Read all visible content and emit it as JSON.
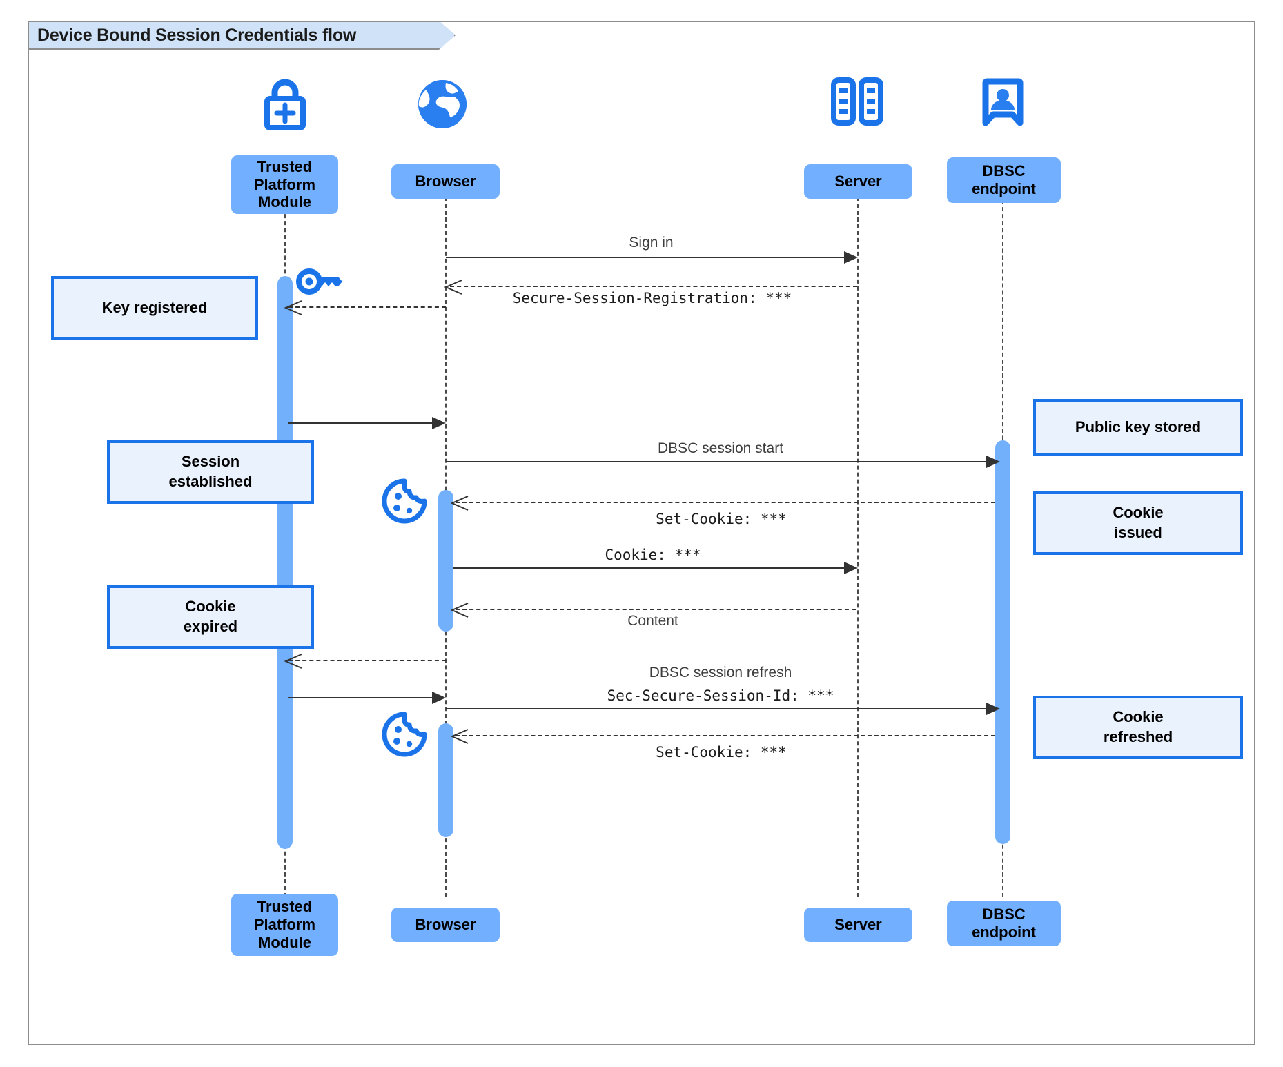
{
  "diagram": {
    "title": "Device Bound Session Credentials flow",
    "type": "uml-sequence-diagram",
    "colors": {
      "participant_fill": "#72afff",
      "note_fill": "#eaf2fd",
      "note_border": "#1a73e8",
      "activation_fill": "#73b0fc",
      "icon_blue": "#1a73e8",
      "frame_border": "#8d8d8d",
      "tab_fill": "#cfe2f7",
      "line": "#333333"
    }
  },
  "participants": [
    {
      "id": "tpm",
      "label": "Trusted\nPlatform\nModule",
      "label_line1": "Trusted",
      "label_line2": "Platform",
      "label_line3": "Module",
      "icon": "lock-plus-icon"
    },
    {
      "id": "browser",
      "label": "Browser",
      "icon": "globe-icon"
    },
    {
      "id": "server",
      "label": "Server",
      "icon": "server-rack-icon"
    },
    {
      "id": "dbsc",
      "label": "DBSC\nendpoint",
      "label_line1": "DBSC",
      "label_line2": "endpoint",
      "icon": "id-badge-icon"
    }
  ],
  "messages": [
    {
      "id": "m1",
      "from": "browser",
      "to": "server",
      "label": "Sign in",
      "style": "solid",
      "font": "sans"
    },
    {
      "id": "m2",
      "from": "server",
      "to": "browser",
      "label": "Secure-Session-Registration: ***",
      "style": "dashed",
      "font": "mono"
    },
    {
      "id": "m3",
      "from": "browser",
      "to": "tpm",
      "label": "",
      "style": "dashed",
      "font": "mono"
    },
    {
      "id": "m4",
      "from": "tpm",
      "to": "browser",
      "label": "",
      "style": "solid",
      "font": "sans"
    },
    {
      "id": "m5",
      "from": "browser",
      "to": "dbsc",
      "label": "DBSC session start",
      "style": "solid",
      "font": "sans"
    },
    {
      "id": "m6",
      "from": "dbsc",
      "to": "browser",
      "label": "Set-Cookie: ***",
      "style": "dashed",
      "font": "mono"
    },
    {
      "id": "m7",
      "from": "browser",
      "to": "server",
      "label": "Cookie: ***",
      "style": "solid",
      "font": "mono"
    },
    {
      "id": "m8",
      "from": "server",
      "to": "browser",
      "label": "Content",
      "style": "dashed",
      "font": "sans"
    },
    {
      "id": "m9",
      "from": "browser",
      "to": "tpm",
      "label": "",
      "style": "dashed",
      "font": "mono"
    },
    {
      "id": "m10",
      "from": "tpm",
      "to": "browser",
      "label": "",
      "style": "solid",
      "font": "sans"
    },
    {
      "id": "m11",
      "from": "browser",
      "to": "dbsc",
      "label_line1": "DBSC session refresh",
      "label_line2": "Sec-Secure-Session-Id: ***",
      "style": "solid",
      "font": "mixed"
    },
    {
      "id": "m12",
      "from": "dbsc",
      "to": "browser",
      "label": "Set-Cookie: ***",
      "style": "dashed",
      "font": "mono"
    }
  ],
  "notes": [
    {
      "id": "n1",
      "side": "left",
      "text": "Key registered",
      "line1": "Key registered"
    },
    {
      "id": "n2",
      "side": "left",
      "text": "Session established",
      "line1": "Session",
      "line2": "established"
    },
    {
      "id": "n3",
      "side": "left",
      "text": "Cookie expired",
      "line1": "Cookie",
      "line2": "expired"
    },
    {
      "id": "n4",
      "side": "right",
      "text": "Public key stored",
      "line1": "Public key stored"
    },
    {
      "id": "n5",
      "side": "right",
      "text": "Cookie issued",
      "line1": "Cookie",
      "line2": "issued"
    },
    {
      "id": "n6",
      "side": "right",
      "text": "Cookie refreshed",
      "line1": "Cookie",
      "line2": "refreshed"
    }
  ],
  "inline_icons": [
    {
      "id": "key1",
      "name": "key-icon",
      "near": "tpm-lifeline"
    },
    {
      "id": "cookie1",
      "name": "cookie-icon",
      "near": "browser-lifeline"
    },
    {
      "id": "cookie2",
      "name": "cookie-icon",
      "near": "browser-lifeline"
    }
  ]
}
